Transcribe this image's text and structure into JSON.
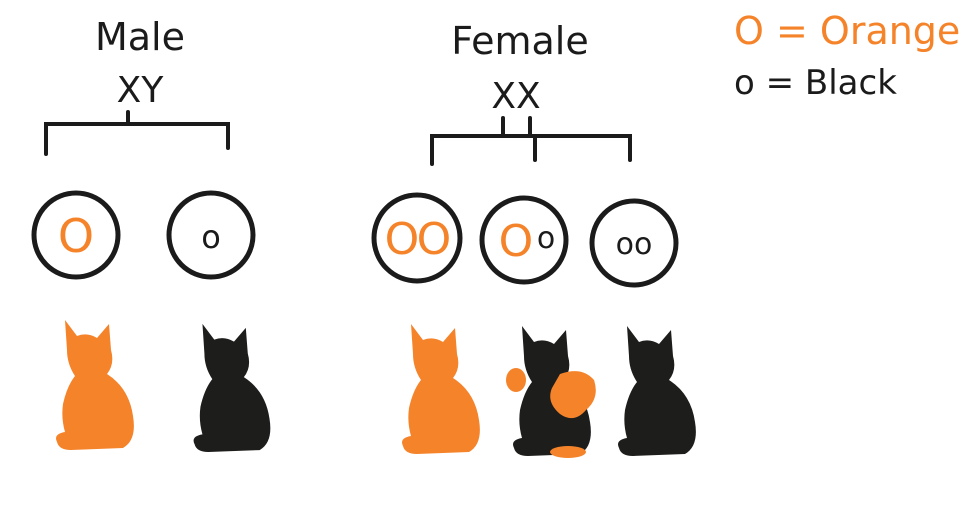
{
  "male": {
    "title": "Male",
    "chromosomes": "XY"
  },
  "female": {
    "title": "Female",
    "chromosomes": "XX"
  },
  "legend": {
    "orange_label": "O = Orange",
    "black_label": "o = Black"
  },
  "genotypes": {
    "male_orange": "O",
    "male_black": "o",
    "female_orange_left": "O",
    "female_orange_right": "O",
    "female_het_upper": "O",
    "female_het_lower": "o",
    "female_black": "oo"
  },
  "cats": [
    {
      "sex": "male",
      "color": "orange"
    },
    {
      "sex": "male",
      "color": "black"
    },
    {
      "sex": "female",
      "color": "orange"
    },
    {
      "sex": "female",
      "color": "calico"
    },
    {
      "sex": "female",
      "color": "black"
    }
  ],
  "colors": {
    "orange": "#f5832a",
    "black": "#1d1d1b",
    "ink": "#1b1b1b"
  }
}
